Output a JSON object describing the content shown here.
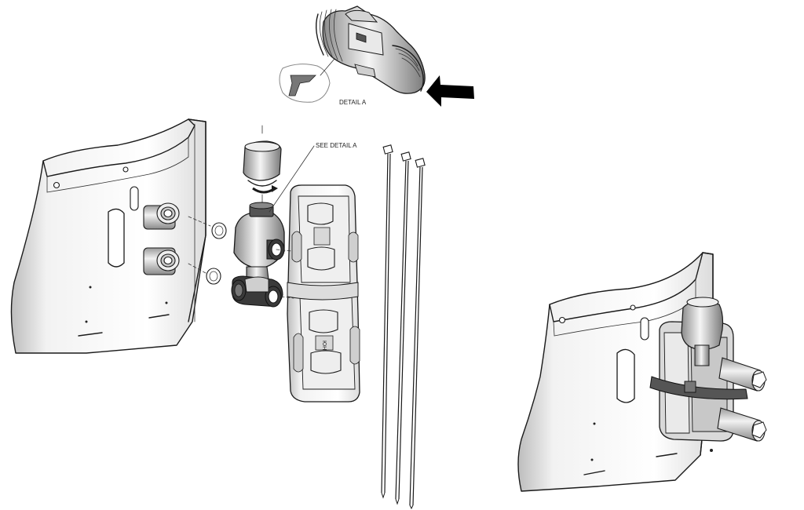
{
  "labels": {
    "detail_a": "DETAIL A",
    "see_detail_a": "SEE DETAIL A",
    "housing_mark": "ЮН"
  },
  "colors": {
    "line": "#1a1a1a",
    "panel_light": "#f7f7f7",
    "panel_shade": "#bdbdbd",
    "arrow": "#000000"
  },
  "icons": {
    "rotation": "rotate-arrow-icon",
    "direction": "direction-arrow-icon"
  }
}
